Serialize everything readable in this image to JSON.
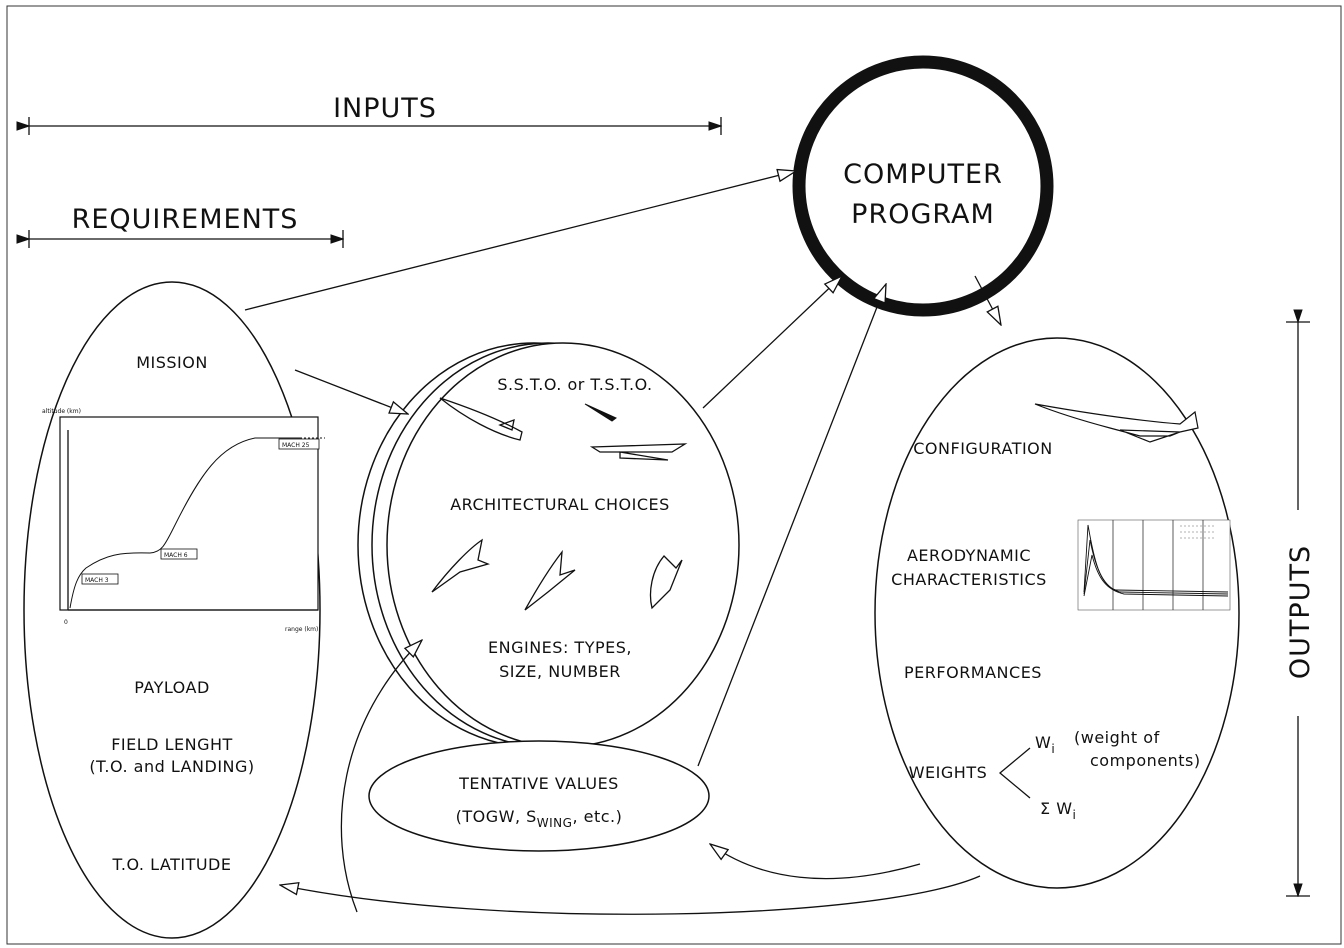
{
  "inputs_label": "INPUTS",
  "requirements_label": "REQUIREMENTS",
  "outputs_label": "OUTPUTS",
  "computer_program": {
    "line1": "COMPUTER",
    "line2": "PROGRAM"
  },
  "requirements": {
    "mission": "MISSION",
    "payload": "PAYLOAD",
    "field_length_1": "FIELD LENGHT",
    "field_length_2": "(T.O. and LANDING)",
    "latitude": "T.O. LATITUDE"
  },
  "trajectory_plot": {
    "y_axis_label": "altitude (km)",
    "x_axis_label": "range (km)",
    "origin_label": "0",
    "points": [
      "MACH 3",
      "MACH 6",
      "MACH 25"
    ]
  },
  "architecture": {
    "title": "S.S.T.O. or T.S.T.O.",
    "choices": "ARCHITECTURAL CHOICES",
    "engines_1": "ENGINES: TYPES,",
    "engines_2": "SIZE, NUMBER"
  },
  "tentative": {
    "line1": "TENTATIVE VALUES",
    "line2_prefix": "(TOGW, S",
    "line2_sub": "WING",
    "line2_suffix": ", etc.)"
  },
  "outputs": {
    "configuration": "CONFIGURATION",
    "aero_1": "AERODYNAMIC",
    "aero_2": "CHARACTERISTICS",
    "performances": "PERFORMANCES",
    "weights": "WEIGHTS",
    "wi_symbol": "W",
    "wi_sub": "i",
    "wi_desc_1": "(weight of",
    "wi_desc_2": "components)",
    "sum_symbol": "Σ W",
    "sum_sub": "i"
  },
  "colors": {
    "ink": "#111111",
    "background": "#ffffff"
  }
}
